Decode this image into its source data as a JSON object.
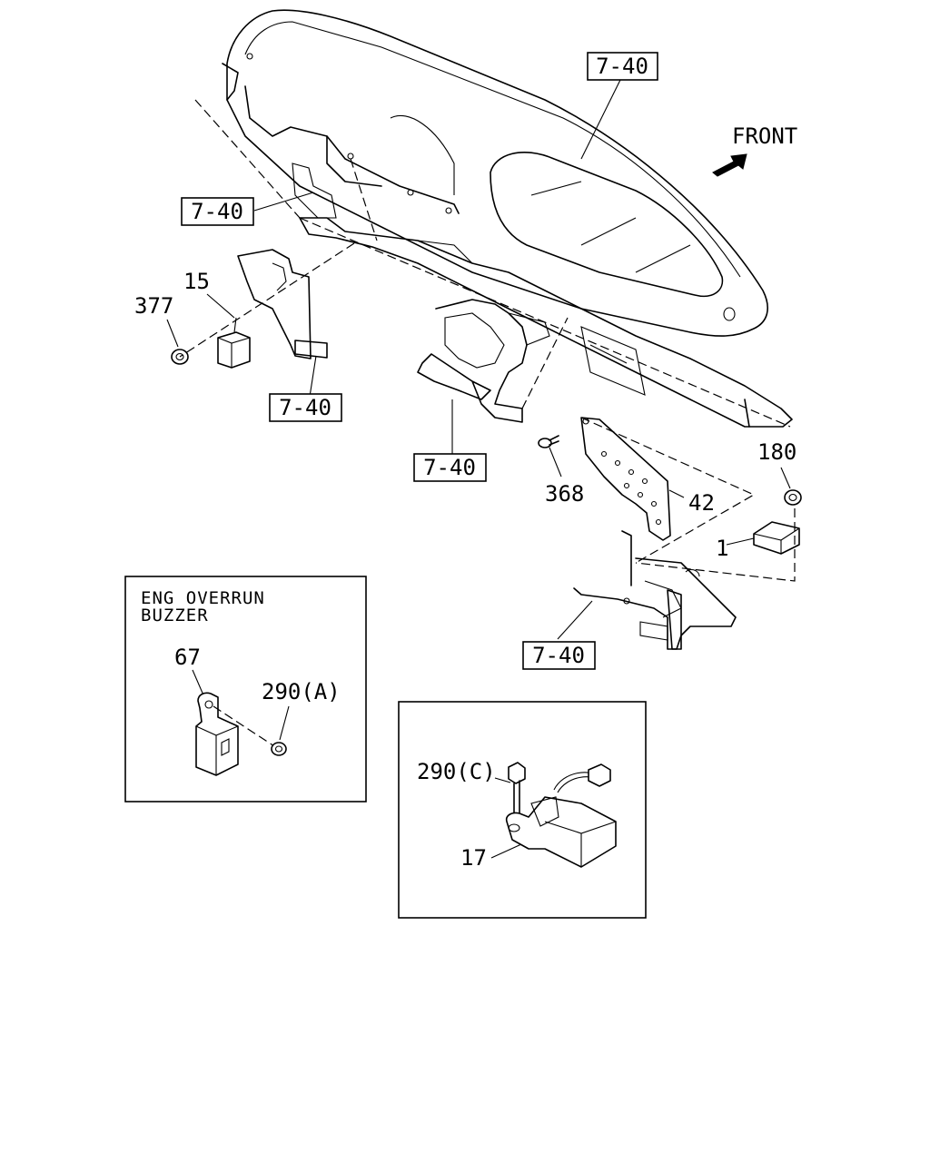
{
  "direction_label": "FRONT",
  "reference_tags": [
    "7-40",
    "7-40",
    "7-40",
    "7-40",
    "7-40"
  ],
  "part_numbers": {
    "p15": "15",
    "p377": "377",
    "p368": "368",
    "p42": "42",
    "p180": "180",
    "p1": "1",
    "p67": "67",
    "p290a": "290(A)",
    "p290c": "290(C)",
    "p17": "17"
  },
  "inset_buzzer": {
    "title_line1": "ENG OVERRUN",
    "title_line2": "BUZZER"
  }
}
